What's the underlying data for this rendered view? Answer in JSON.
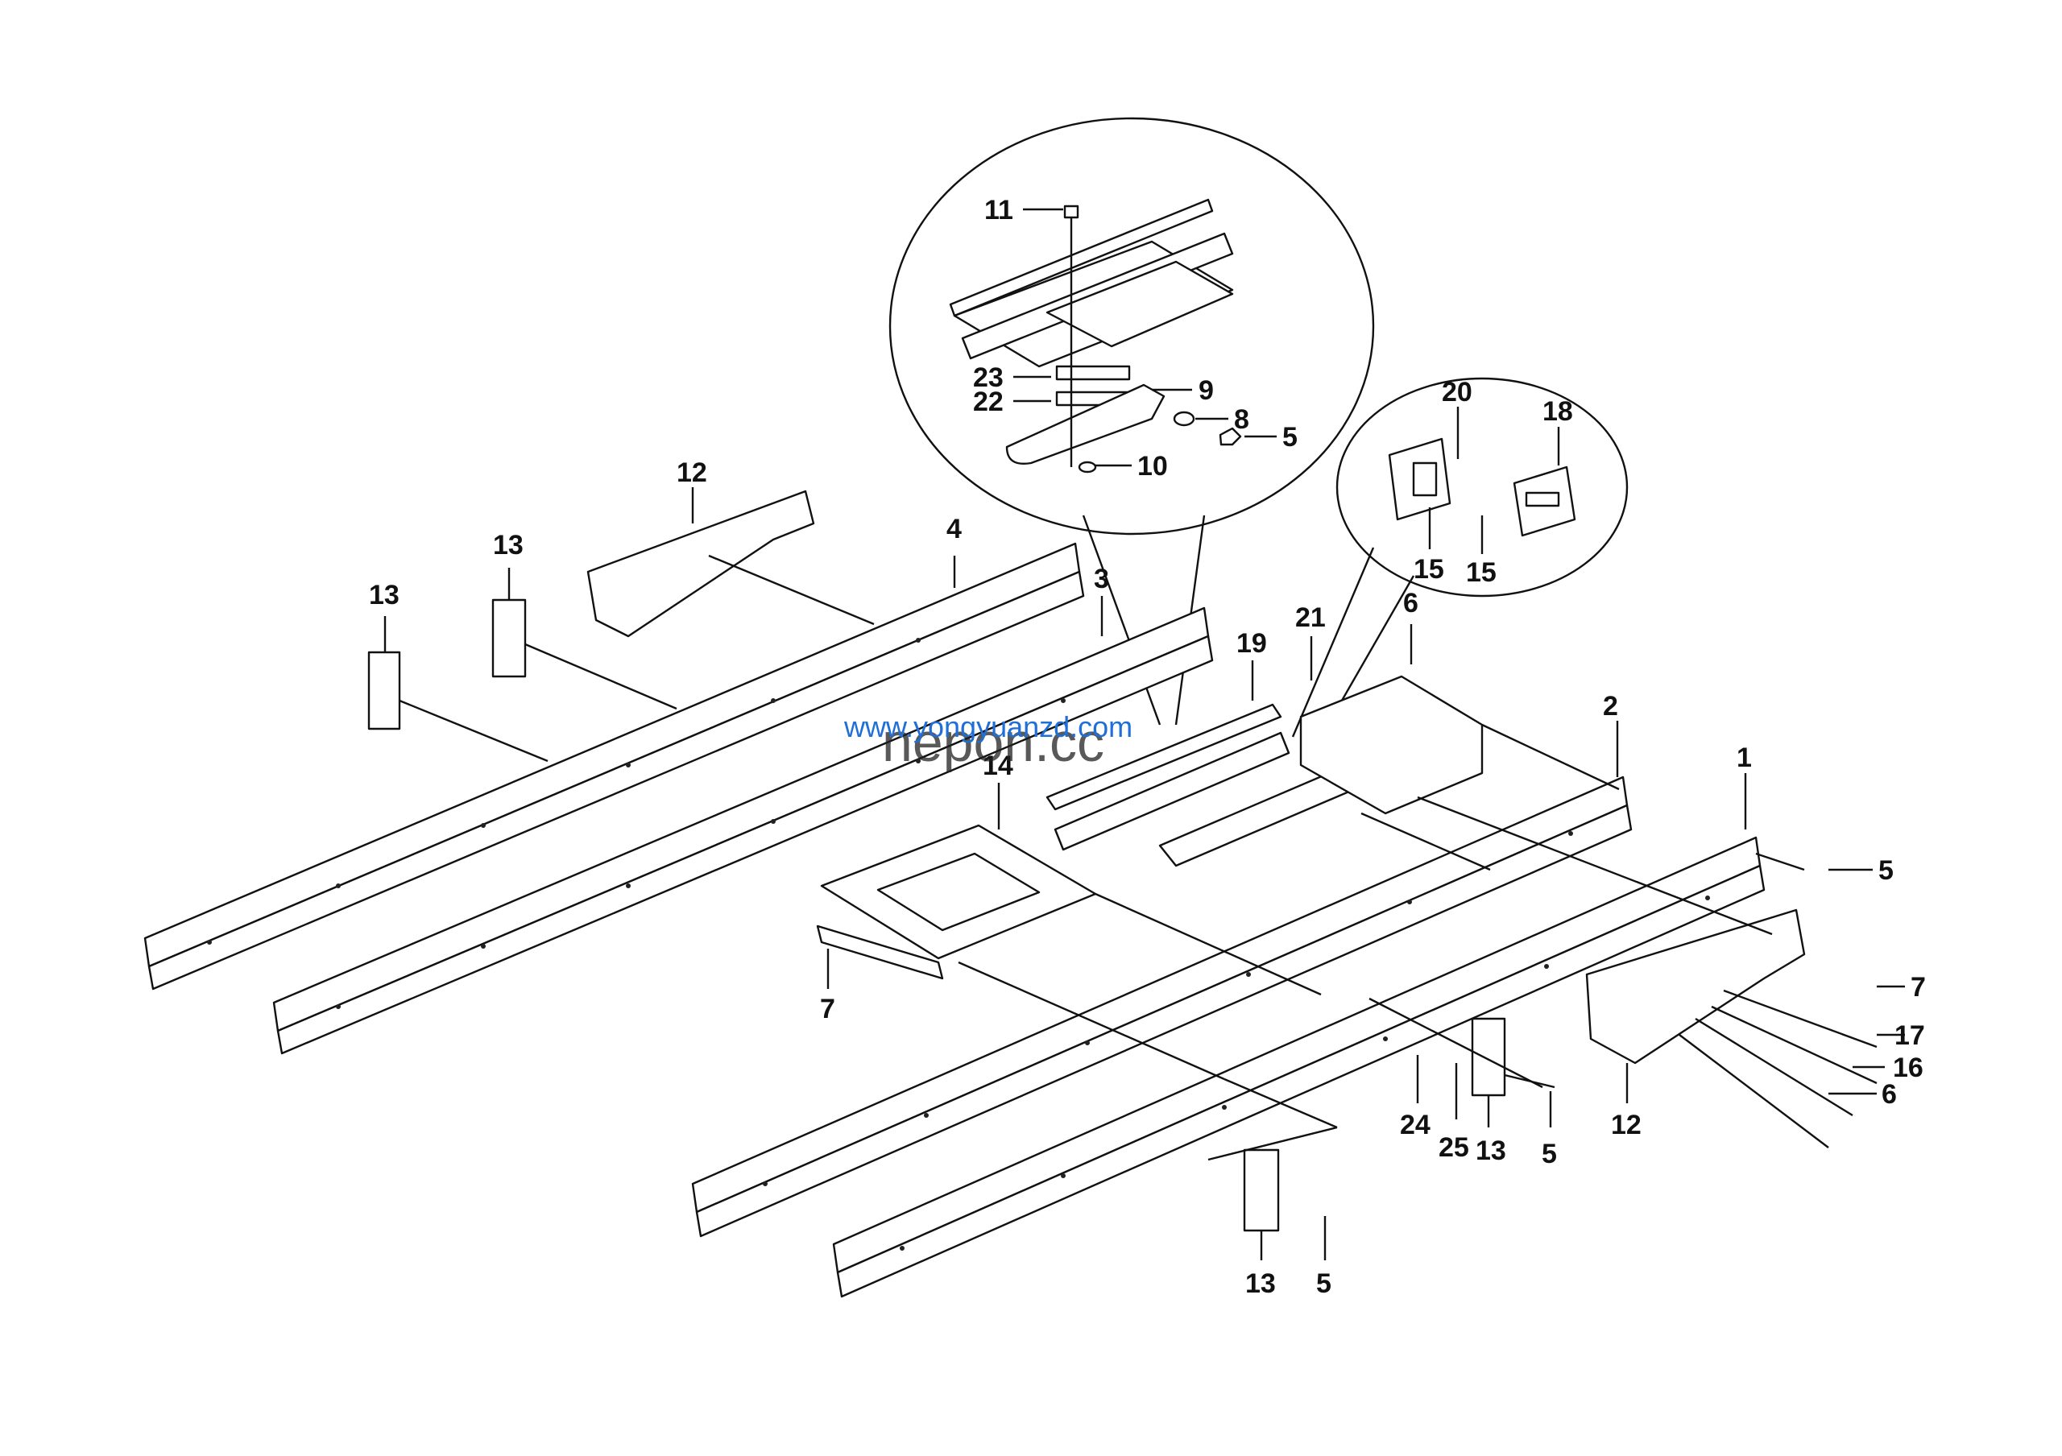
{
  "diagram": {
    "watermarks": {
      "url": "www.yongyuanzd.com",
      "brand": "nepon.cc",
      "url_color": "#1f6fd6",
      "brand_color": "#222222"
    },
    "callouts": [
      {
        "id": "11",
        "label": "11"
      },
      {
        "id": "23",
        "label": "23"
      },
      {
        "id": "22",
        "label": "22"
      },
      {
        "id": "9",
        "label": "9"
      },
      {
        "id": "8",
        "label": "8"
      },
      {
        "id": "5a",
        "label": "5"
      },
      {
        "id": "10",
        "label": "10"
      },
      {
        "id": "20",
        "label": "20"
      },
      {
        "id": "18",
        "label": "18"
      },
      {
        "id": "15a",
        "label": "15"
      },
      {
        "id": "15b",
        "label": "15"
      },
      {
        "id": "12a",
        "label": "12"
      },
      {
        "id": "13a",
        "label": "13"
      },
      {
        "id": "13b",
        "label": "13"
      },
      {
        "id": "4",
        "label": "4"
      },
      {
        "id": "3",
        "label": "3"
      },
      {
        "id": "21",
        "label": "21"
      },
      {
        "id": "6a",
        "label": "6"
      },
      {
        "id": "19",
        "label": "19"
      },
      {
        "id": "2",
        "label": "2"
      },
      {
        "id": "1",
        "label": "1"
      },
      {
        "id": "5b",
        "label": "5"
      },
      {
        "id": "14",
        "label": "14"
      },
      {
        "id": "7a",
        "label": "7"
      },
      {
        "id": "7b",
        "label": "7"
      },
      {
        "id": "17",
        "label": "17"
      },
      {
        "id": "16",
        "label": "16"
      },
      {
        "id": "6b",
        "label": "6"
      },
      {
        "id": "12b",
        "label": "12"
      },
      {
        "id": "24",
        "label": "24"
      },
      {
        "id": "25",
        "label": "25"
      },
      {
        "id": "13c",
        "label": "13"
      },
      {
        "id": "5c",
        "label": "5"
      },
      {
        "id": "13d",
        "label": "13"
      },
      {
        "id": "5d",
        "label": "5"
      }
    ]
  }
}
